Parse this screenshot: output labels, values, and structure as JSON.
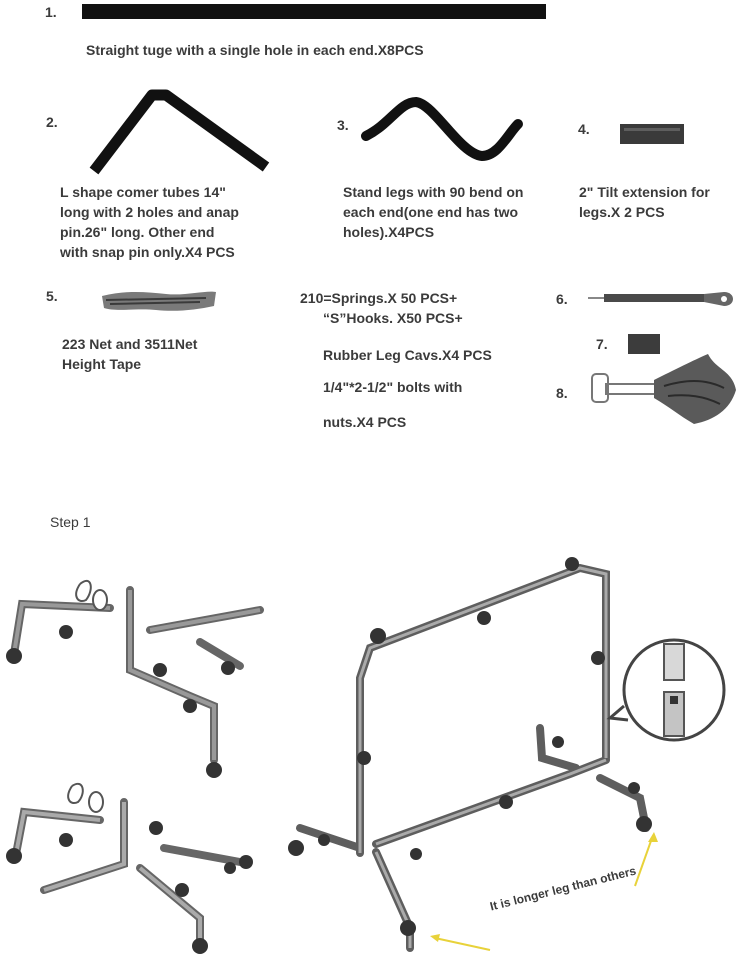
{
  "parts": [
    {
      "num": "1.",
      "desc": [
        "Straight tuge with a single hole in each end.X8PCS"
      ]
    },
    {
      "num": "2.",
      "desc": [
        "L shape comer tubes 14\"",
        "long with 2 holes and anap",
        "pin.26\" long. Other end",
        "with snap pin only.X4 PCS"
      ]
    },
    {
      "num": "3.",
      "desc": [
        "Stand legs with 90 bend on",
        "each end(one end has two",
        "holes).X4PCS"
      ]
    },
    {
      "num": "4.",
      "desc": [
        "2\" Tilt extension for",
        "legs.X 2 PCS"
      ]
    },
    {
      "num": "5.",
      "desc": [
        "223 Net and 3511Net",
        "Height Tape"
      ]
    },
    {
      "num": "6.",
      "desc": []
    },
    {
      "num": "7.",
      "desc": []
    },
    {
      "num": "8.",
      "desc": []
    }
  ],
  "hardware": [
    "210=Springs.X 50 PCS+",
    "“S”Hooks. X50 PCS+",
    "Rubber Leg Cavs.X4 PCS",
    "1/4\"*2-1/2\" bolts with",
    "nuts.X4 PCS"
  ],
  "step_label": "Step 1",
  "note": "It is longer leg than others",
  "colors": {
    "ink": "#111111",
    "text": "#3b3b3b",
    "tube": "#8a8a8a",
    "tube_dark": "#555555",
    "arrow": "#e8d23a"
  }
}
